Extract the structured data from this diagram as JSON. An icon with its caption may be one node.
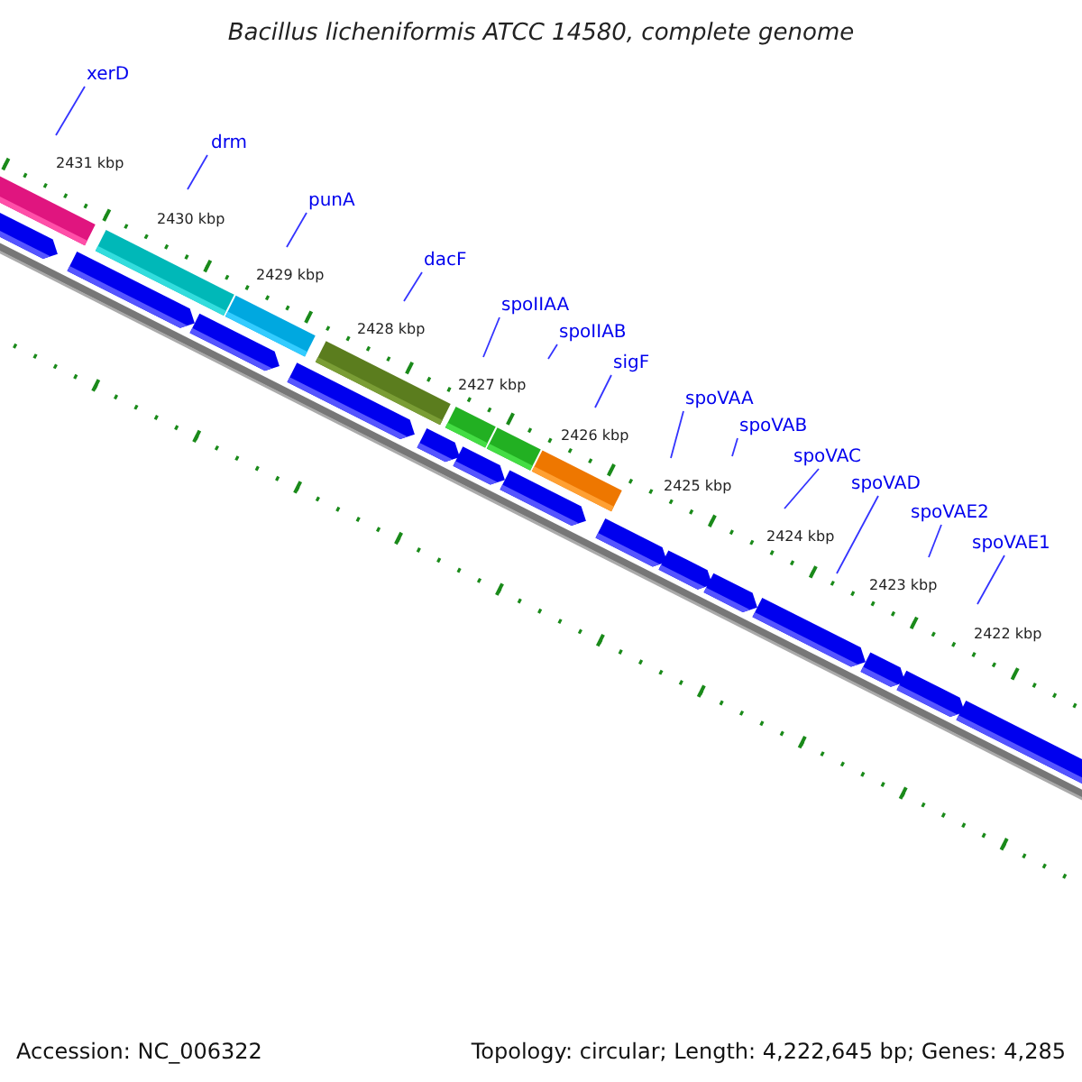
{
  "diagram": {
    "title": "Bacillus licheniformis ATCC 14580, complete genome",
    "nodes": [
      {
        "text": [
          "xerD"
        ]
      },
      {
        "text": [
          "drm"
        ]
      },
      {
        "text": [
          "punA"
        ]
      },
      {
        "text": [
          "dacF"
        ]
      },
      {
        "text": [
          "spoIIAA"
        ]
      },
      {
        "text": [
          "spoIIAB"
        ]
      },
      {
        "text": [
          "sigF"
        ]
      },
      {
        "text": [
          "spoVAA"
        ]
      },
      {
        "text": [
          "spoVAB"
        ]
      },
      {
        "text": [
          "spoVAC"
        ]
      },
      {
        "text": [
          "spoVAD"
        ]
      },
      {
        "text": [
          "spoVAE2"
        ]
      },
      {
        "text": [
          "spoVAE1"
        ]
      }
    ],
    "edges": [
      {
        "from": 0,
        "to": null,
        "arrow": "none"
      },
      {
        "from": 1,
        "to": null,
        "arrow": "none"
      },
      {
        "from": 2,
        "to": null,
        "arrow": "none"
      },
      {
        "from": 3,
        "to": null,
        "arrow": "none"
      },
      {
        "from": 4,
        "to": null,
        "arrow": "none"
      },
      {
        "from": 5,
        "to": null,
        "arrow": "none"
      },
      {
        "from": 6,
        "to": null,
        "arrow": "none"
      },
      {
        "from": 7,
        "to": null,
        "arrow": "none"
      },
      {
        "from": 8,
        "to": null,
        "arrow": "none"
      },
      {
        "from": 9,
        "to": null,
        "arrow": "none"
      },
      {
        "from": 10,
        "to": null,
        "arrow": "none"
      },
      {
        "from": 11,
        "to": null,
        "arrow": "none"
      },
      {
        "from": 12,
        "to": null,
        "arrow": "none"
      }
    ],
    "labels": [
      "2431 kbp",
      "2430 kbp",
      "2429 kbp",
      "2428 kbp",
      "2427 kbp",
      "2426 kbp",
      "2425 kbp",
      "2424 kbp",
      "2423 kbp",
      "2422 kbp",
      "Accession: NC_006322",
      "Topology: circular; Length: 4,222,645 bp; Genes: 4,285"
    ]
  }
}
